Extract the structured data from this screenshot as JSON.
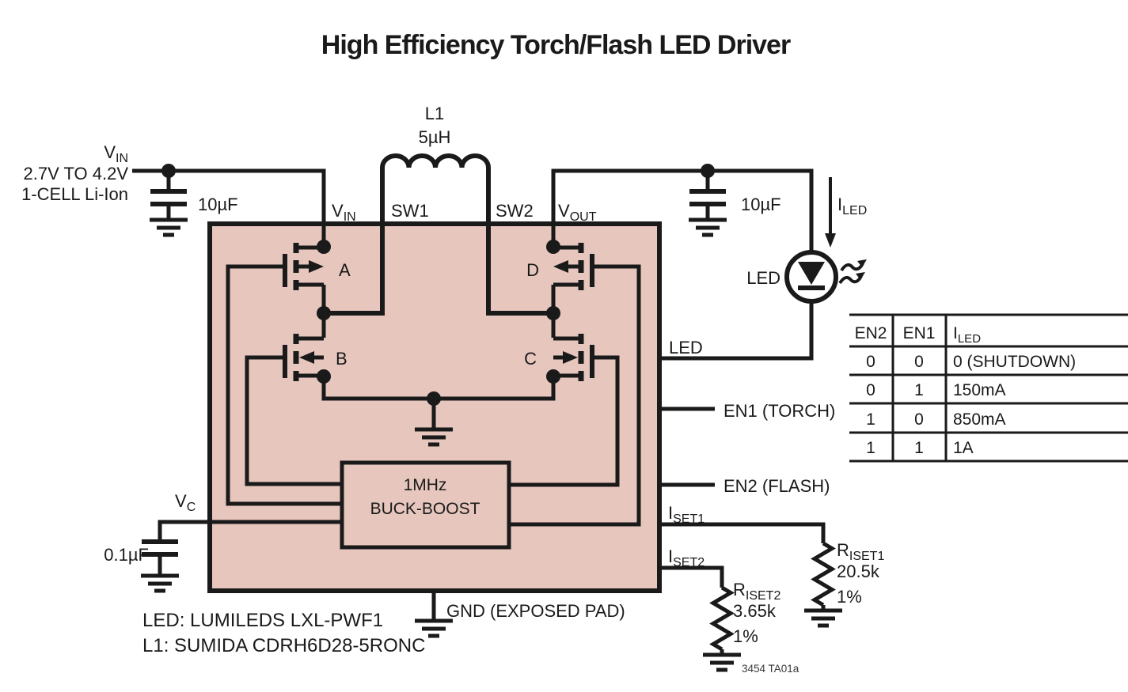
{
  "title": "High Efficiency Torch/Flash LED Driver",
  "colors": {
    "ic_fill": "#e6c6bd",
    "stroke": "#1a1a1a"
  },
  "source": {
    "vin_main": "V",
    "vin_sub": "IN",
    "range": "2.7V TO 4.2V",
    "cell": "1-CELL Li-Ion",
    "cap_value": "10µF"
  },
  "inductor": {
    "ref": "L1",
    "value": "5µH"
  },
  "pins": {
    "vin": {
      "main": "V",
      "sub": "IN"
    },
    "sw1": "SW1",
    "sw2": "SW2",
    "vout": {
      "main": "V",
      "sub": "OUT"
    },
    "led": "LED",
    "en1": "EN1 (TORCH)",
    "en2": "EN2 (FLASH)",
    "iset1": {
      "main": "I",
      "sub": "SET1"
    },
    "iset2": {
      "main": "I",
      "sub": "SET2"
    },
    "vc": {
      "main": "V",
      "sub": "C"
    },
    "gnd": "GND (EXPOSED PAD)"
  },
  "switches": {
    "a": "A",
    "b": "B",
    "c": "C",
    "d": "D"
  },
  "block": {
    "line1": "1MHz",
    "line2": "BUCK-BOOST"
  },
  "output": {
    "cap_value": "10µF",
    "iled": {
      "main": "I",
      "sub": "LED"
    },
    "led_label": "LED"
  },
  "vc_cap": {
    "value": "0.1µF"
  },
  "resistors": {
    "riset1": {
      "ref_main": "R",
      "ref_sub": "ISET1",
      "value": "20.5k",
      "tolerance": "1%"
    },
    "riset2": {
      "ref_main": "R",
      "ref_sub": "ISET2",
      "value": "3.65k",
      "tolerance": "1%"
    }
  },
  "notes": {
    "led": "LED: LUMILEDS LXL-PWF1",
    "l1": "L1: SUMIDA CDRH6D28-5RONC"
  },
  "figure_id": "3454 TA01a",
  "truth_table": {
    "col1": "EN2",
    "col2": "EN1",
    "col3": {
      "main": "I",
      "sub": "LED"
    },
    "rows": [
      [
        "0",
        "0",
        "0 (SHUTDOWN)"
      ],
      [
        "0",
        "1",
        "150mA"
      ],
      [
        "1",
        "0",
        "850mA"
      ],
      [
        "1",
        "1",
        "1A"
      ]
    ]
  }
}
